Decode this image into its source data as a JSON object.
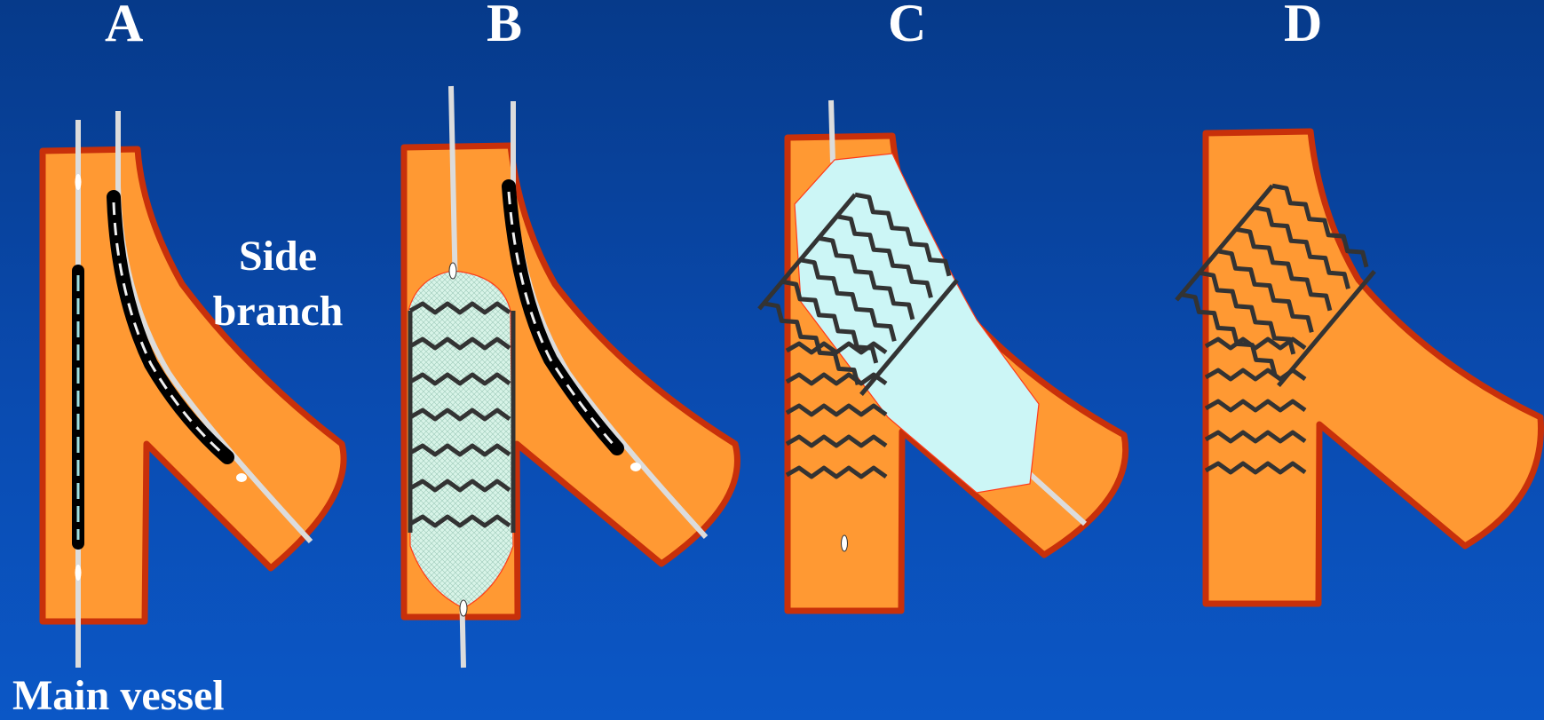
{
  "panels": [
    {
      "letter": "A"
    },
    {
      "letter": "B"
    },
    {
      "letter": "C"
    },
    {
      "letter": "D"
    }
  ],
  "labels": {
    "side_line1": "Side",
    "side_line2": "branch",
    "main_vessel": "Main vessel"
  },
  "colors": {
    "background": "#0a4bb0",
    "vessel_fill": "#ff9933",
    "vessel_border": "#c8300a",
    "wire": "#dddddd",
    "balloon": "#ccf6f6",
    "stent": "#2d2d2d"
  }
}
